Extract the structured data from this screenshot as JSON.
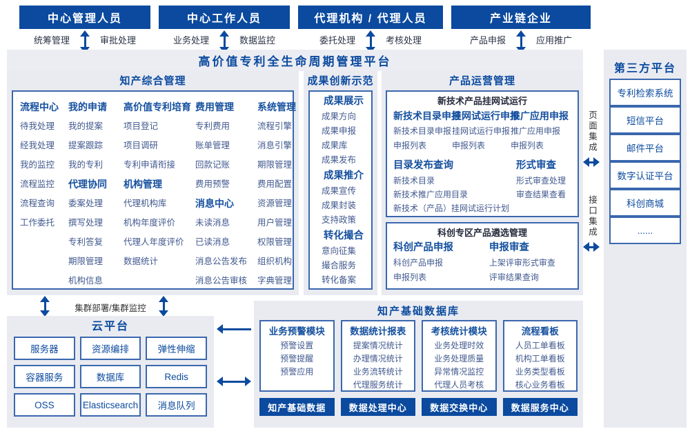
{
  "top_roles": [
    {
      "title": "中心管理人员",
      "left": "统筹管理",
      "right": "审批处理"
    },
    {
      "title": "中心工作人员",
      "left": "业务处理",
      "right": "数据监控"
    },
    {
      "title": "代理机构 / 代理人员",
      "left": "委托处理",
      "right": "考核处理"
    },
    {
      "title": "产业链企业",
      "left": "产品申报",
      "right": "应用推广"
    }
  ],
  "platform_title": "高价值专利全生命周期管理平台",
  "sections": {
    "comprehensive": {
      "title": "知产综合管理",
      "columns": [
        {
          "groups": [
            {
              "header": "流程中心",
              "items": [
                "待我处理",
                "经我处理",
                "我的监控",
                "流程监控",
                "流程查询",
                "工作委托"
              ]
            }
          ]
        },
        {
          "groups": [
            {
              "header": "我的申请",
              "items": [
                "我的提案",
                "提案跟踪",
                "我的专利"
              ]
            },
            {
              "header": "代理协同",
              "items": [
                "委案处理",
                "撰写处理",
                "专利答复",
                "期限管理",
                "机构信息"
              ]
            }
          ]
        },
        {
          "groups": [
            {
              "header": "高价值专利培育",
              "items": [
                "项目登记",
                "项目调研",
                "专利申请衔接"
              ]
            },
            {
              "header": "机构管理",
              "items": [
                "代理机构库",
                "机构年度评价",
                "代理人年度评价",
                "数据统计"
              ]
            }
          ]
        },
        {
          "groups": [
            {
              "header": "费用管理",
              "items": [
                "专利费用",
                "账单管理",
                "回款记账",
                "费用预警"
              ]
            },
            {
              "header": "消息中心",
              "items": [
                "未读消息",
                "已读消息",
                "消息公告发布",
                "消息公告审核"
              ]
            }
          ]
        },
        {
          "groups": [
            {
              "header": "系统管理",
              "items": [
                "流程引擎",
                "消息引擎",
                "期限管理",
                "费用配置",
                "资源管理",
                "用户管理",
                "权限管理",
                "组织机构",
                "字典管理"
              ]
            }
          ]
        }
      ]
    },
    "innovation": {
      "title": "成果创新示范",
      "groups": [
        {
          "header": "成果展示",
          "items": [
            "成果方向",
            "成果申报",
            "成果库",
            "成果发布"
          ]
        },
        {
          "header": "成果推介",
          "items": [
            "成果宣传",
            "成果封装",
            "支持政策"
          ]
        },
        {
          "header": "转化撮合",
          "items": [
            "意向征集",
            "撮合服务",
            "转化备案"
          ]
        }
      ]
    },
    "product_ops": {
      "title": "产品运营管理",
      "sub1": {
        "title": "新技术产品挂网试运行",
        "groups": [
          {
            "header": "新技术目录申报",
            "items": [
              "新技术目录申报",
              "申报列表"
            ]
          },
          {
            "header": "挂网试运行申报",
            "items": [
              "挂网试运行申报",
              "申报列表"
            ]
          },
          {
            "header": "推广应用申报",
            "items": [
              "推广应用申报",
              "申报列表"
            ]
          }
        ],
        "catalog_query": {
          "header": "目录发布查询",
          "items": [
            "新技术目录",
            "新技术推广应用目录",
            "新技术（产品）挂网试运行计划"
          ]
        },
        "formal_review": {
          "header": "形式审查",
          "items": [
            "形式审查处理",
            "审查结果查看"
          ]
        }
      },
      "sub2": {
        "title": "科创专区产品遴选管理",
        "groups": [
          {
            "header": "科创产品申报",
            "items": [
              "科创产品申报",
              "申报列表"
            ]
          },
          {
            "header": "申报审查",
            "items": [
              "上架评审形式审查",
              "评审结果查询"
            ]
          }
        ]
      }
    }
  },
  "integration": {
    "page_label": "页面集成",
    "api_label": "接口集成"
  },
  "third_party": {
    "title": "第三方平台",
    "items": [
      "专利检索系统",
      "短信平台",
      "邮件平台",
      "数字认证平台",
      "科创商城",
      "......"
    ]
  },
  "cluster_label": "集群部署/集群监控",
  "cloud": {
    "title": "云平台",
    "cells": [
      "服务器",
      "资源编排",
      "弹性伸缩",
      "容器服务",
      "数据库",
      "Redis",
      "OSS",
      "Elasticsearch",
      "消息队列"
    ]
  },
  "database": {
    "title": "知产基础数据库",
    "modules": [
      {
        "header": "业务预警模块",
        "items": [
          "预警设置",
          "预警提醒",
          "预警应用"
        ]
      },
      {
        "header": "数据统计报表",
        "items": [
          "提案情况统计",
          "办理情况统计",
          "业务流转统计",
          "代理服务统计"
        ]
      },
      {
        "header": "考核统计模块",
        "items": [
          "业务处理时效",
          "业务处理质量",
          "异常情况监控",
          "代理人员考核"
        ]
      },
      {
        "header": "流程看板",
        "items": [
          "人员工单看板",
          "机构工单看板",
          "业务类型看板",
          "核心业务看板"
        ]
      }
    ],
    "bars": [
      "知产基础数据",
      "数据处理中心",
      "数据交换中心",
      "数据服务中心"
    ]
  },
  "colors": {
    "primary": "#0b4a9e",
    "heading": "#15509f",
    "item": "#41598f",
    "panel_bg": "#e9ebf1",
    "border": "#3a67ae"
  }
}
